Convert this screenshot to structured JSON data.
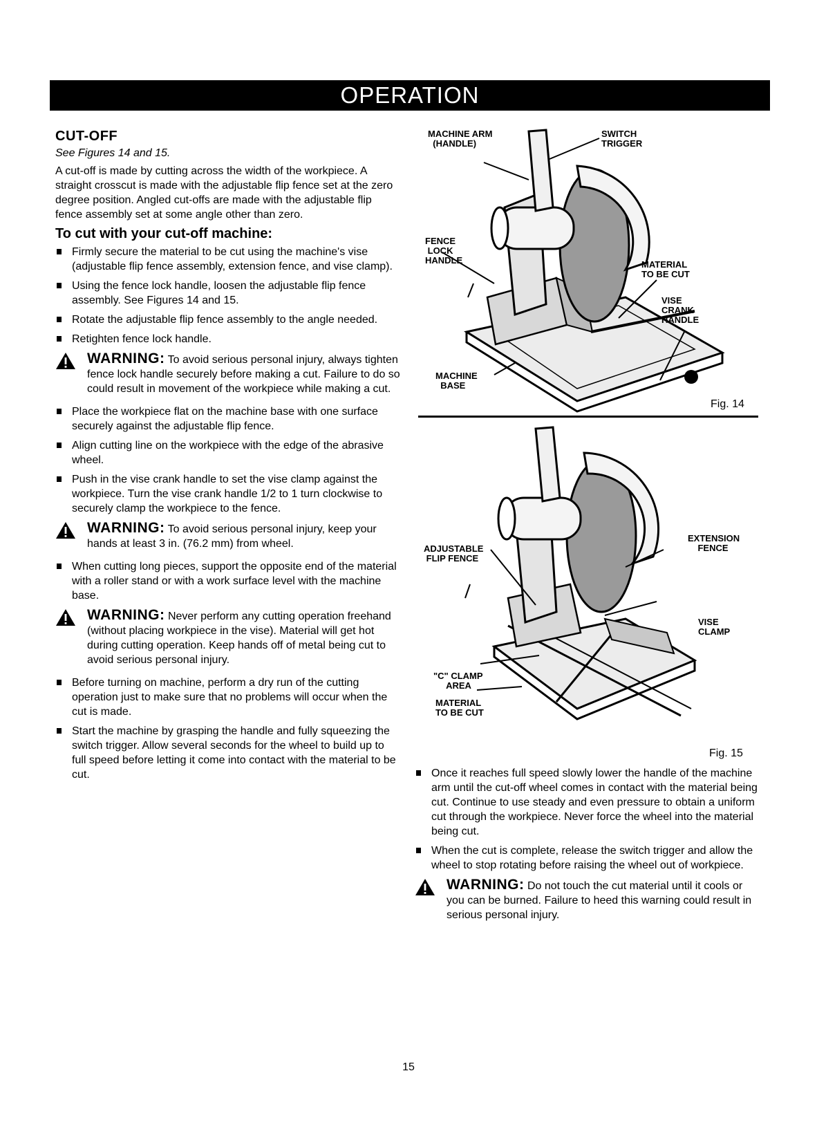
{
  "banner": "OPERATION",
  "cutoff": {
    "heading": "CUT-OFF",
    "ref": "See Figures 14 and 15.",
    "intro": "A cut-off is made by cutting across the width of the workpiece. A straight crosscut is made with the adjustable flip fence set at the zero degree position. Angled cut-offs are made with the adjustable flip fence assembly set at some angle other than zero.",
    "subheading": "To cut with your cut-off machine:",
    "steps1": [
      "Firmly secure the material to be cut using the machine's vise (adjustable flip fence assembly, extension fence, and vise clamp).",
      "Using the fence lock handle, loosen the adjustable flip fence assembly. See Figures 14 and 15.",
      "Rotate the adjustable flip fence assembly to the angle needed.",
      "Retighten fence lock handle."
    ],
    "warning1_label": "WARNING:",
    "warning1_text": "To avoid serious personal injury, always tighten fence lock handle securely before making a cut. Failure to do so could result in movement of the workpiece while making a cut.",
    "steps2": [
      "Place the workpiece flat on the machine base with one surface securely against the adjustable flip fence.",
      "Align cutting line on the workpiece with the edge of the abrasive wheel.",
      "Push in the vise crank handle to set the vise clamp against the workpiece. Turn the vise crank handle 1/2 to 1 turn clockwise to securely clamp the workpiece to the fence."
    ],
    "warning2_label": "WARNING:",
    "warning2_text": "To avoid serious personal injury, keep your hands at least 3 in. (76.2 mm) from wheel.",
    "steps3": [
      "When cutting long pieces, support the opposite end of the material with a roller stand or with a work surface level with the machine base."
    ],
    "warning3_label": "WARNING:",
    "warning3_text": "Never perform any cutting operation freehand (without placing workpiece in the vise). Material will get hot during cutting operation. Keep hands off of metal being cut to avoid serious personal injury.",
    "steps4": [
      "Before turning on machine, perform a dry run of the cutting operation just to make sure that no problems will occur when the cut is made.",
      "Start the machine by grasping the handle and fully squeezing the switch trigger. Allow several seconds for the wheel to build up to full speed before letting it come into contact with the material to be cut."
    ],
    "steps5": [
      "Once it reaches full speed slowly lower the handle of the machine arm until the cut-off wheel comes in contact with the material being cut. Continue to use steady and even pressure to obtain a uniform cut through the workpiece. Never force the wheel into the material being cut.",
      "When the cut is complete, release the switch trigger and allow the wheel to stop rotating before raising the wheel out of workpiece."
    ],
    "warning4_label": "WARNING:",
    "warning4_text": "Do not touch the cut material until it cools or you can be burned. Failure to heed this warning could result in serious personal injury."
  },
  "fig14": {
    "caption": "Fig. 14",
    "labels": {
      "machine_arm": "MACHINE ARM",
      "handle": "(HANDLE)",
      "switch": "SWITCH",
      "trigger": "TRIGGER",
      "fence": "FENCE",
      "lock": "LOCK",
      "handle2": "HANDLE",
      "material": "MATERIAL",
      "to_be_cut": "TO BE CUT",
      "vise": "VISE",
      "crank": "CRANK",
      "handle3": "HANDLE",
      "machine": "MACHINE",
      "base": "BASE"
    }
  },
  "fig15": {
    "caption": "Fig. 15",
    "labels": {
      "adjustable": "ADJUSTABLE",
      "flip_fence": "FLIP FENCE",
      "extension": "EXTENSION",
      "fence": "FENCE",
      "vise": "VISE",
      "clamp": "CLAMP",
      "c_clamp": "\"C\" CLAMP",
      "area": "AREA",
      "material": "MATERIAL",
      "to_be_cut": "TO BE CUT"
    }
  },
  "page_number": "15"
}
